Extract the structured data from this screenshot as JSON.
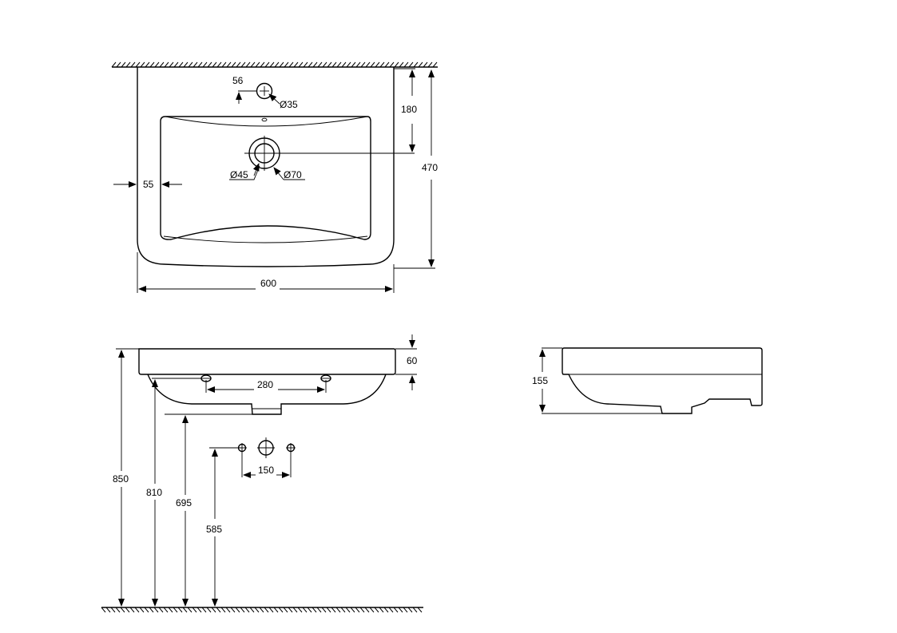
{
  "colors": {
    "line": "#000000",
    "background": "#ffffff"
  },
  "top_view": {
    "overall_width": "600",
    "overall_depth": "470",
    "tap_hole_offset": "56",
    "tap_hole_diameter": "Ø35",
    "drain_distance": "180",
    "drain_inner_diameter": "Ø45",
    "drain_outer_diameter": "Ø70",
    "rim_width": "55"
  },
  "front_view": {
    "rim_height": "60",
    "bracket_spacing": "280",
    "total_height": "850",
    "bracket_height": "810",
    "bottom_height": "695",
    "supply_height": "585",
    "supply_spacing": "150"
  },
  "side_view": {
    "depth_height": "155"
  }
}
